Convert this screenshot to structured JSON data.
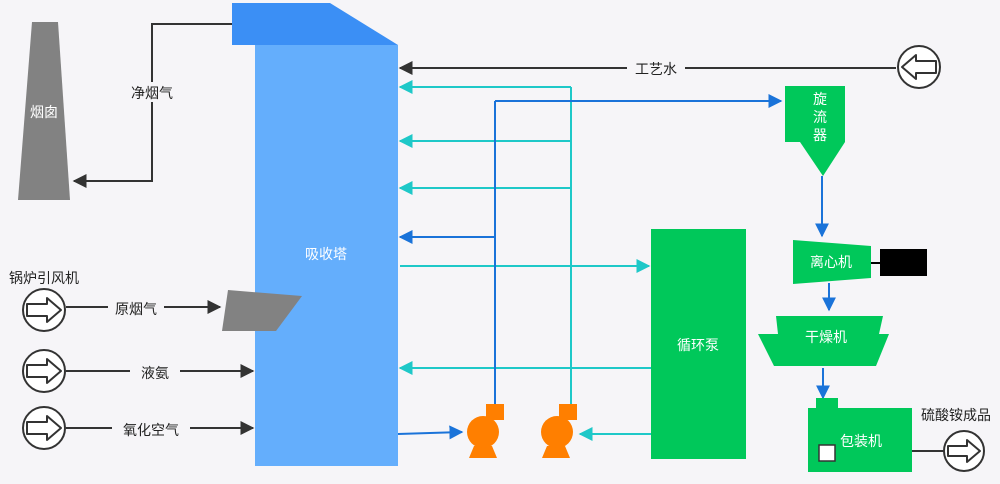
{
  "colors": {
    "background": "#f6f5f8",
    "absorber": "#64aefc",
    "absorber_top": "#3b8ff5",
    "stack": "#828282",
    "green_equipment": "#00c85a",
    "pump": "#ff7f00",
    "flow_dark": "#333333",
    "flow_blue": "#1a73d9",
    "flow_cyan": "#1ec8c8"
  },
  "labels": {
    "chimney": "烟囱",
    "clean_gas": "净烟气",
    "absorber": "吸收塔",
    "process_water": "工艺水",
    "cyclone": "旋流器",
    "centrifuge": "离心机",
    "dryer": "干燥机",
    "circulation_pump": "循环泵",
    "packaging": "包装机",
    "product": "硫酸铵成品",
    "boiler_fan": "锅炉引风机",
    "raw_gas": "原烟气",
    "liquid_ammonia": "液氨",
    "oxidation_air": "氧化空气"
  },
  "icons": {
    "inlet_arrow": "circle-arrow-right-icon",
    "process_water_arrow": "circle-arrow-left-icon",
    "pump": "centrifugal-pump-icon",
    "motor": "motor-icon"
  }
}
